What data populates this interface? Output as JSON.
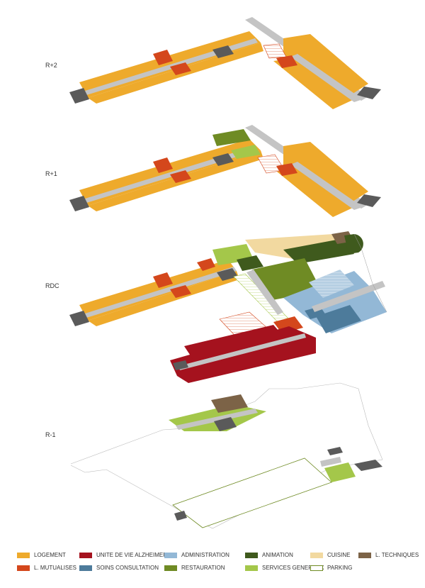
{
  "levels": {
    "r2": "R+2",
    "r1": "R+1",
    "rdc": "RDC",
    "r_1": "R-1"
  },
  "colors": {
    "logement": "#eeaa2c",
    "mutualises": "#d4471c",
    "alzheimer": "#a5121e",
    "soins": "#4d7b9b",
    "administration": "#93b8d6",
    "restauration": "#6f8b24",
    "animation": "#3f5a1d",
    "services": "#a4c74a",
    "cuisine": "#f2d9a0",
    "techniques": "#7c6347",
    "parking": "#ffffff",
    "circulation": "#c4c4c4",
    "stair": "#5a5a5a"
  },
  "legend": [
    {
      "label": "LOGEMENT",
      "color": "#eeaa2c"
    },
    {
      "label": "UNITE DE VIE ALZHEIMER",
      "color": "#a5121e"
    },
    {
      "label": "ADMINISTRATION",
      "color": "#93b8d6"
    },
    {
      "label": "ANIMATION",
      "color": "#3f5a1d"
    },
    {
      "label": "CUISINE",
      "color": "#f2d9a0"
    },
    {
      "label": "L. TECHNIQUES",
      "color": "#7c6347"
    },
    {
      "label": "L. MUTUALISES",
      "color": "#d4471c"
    },
    {
      "label": "SOINS CONSULTATION",
      "color": "#4d7b9b"
    },
    {
      "label": "RESTAURATION",
      "color": "#6f8b24"
    },
    {
      "label": "SERVICES GENERAUX",
      "color": "#a4c74a"
    },
    {
      "label": "PARKING",
      "color": "#ffffff"
    }
  ]
}
